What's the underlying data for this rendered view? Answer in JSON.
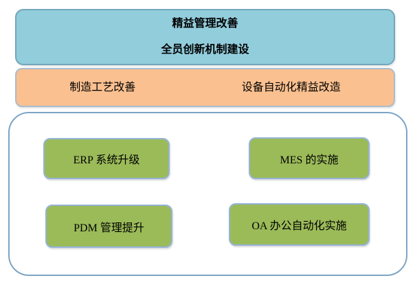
{
  "palette": {
    "header_fill": "#92CDDC",
    "header_border": "#71A6BB",
    "process_fill": "#FAC090",
    "process_border": "#A9BCCF",
    "system_fill": "#9BBB59",
    "system_border": "#95B3D7",
    "container_border": "#7DA4C4",
    "text_color": "#000000"
  },
  "header": {
    "line1": "精益管理改善",
    "line2": "全员创新机制建设"
  },
  "process_bar": {
    "left_label": "制造工艺改善",
    "right_label": "设备自动化精益改造"
  },
  "systems": [
    {
      "id": "erp",
      "label": "ERP 系统升级"
    },
    {
      "id": "mes",
      "label": "MES 的实施"
    },
    {
      "id": "pdm",
      "label": "PDM 管理提升"
    },
    {
      "id": "oa",
      "label": "OA 办公自动化实施"
    }
  ]
}
